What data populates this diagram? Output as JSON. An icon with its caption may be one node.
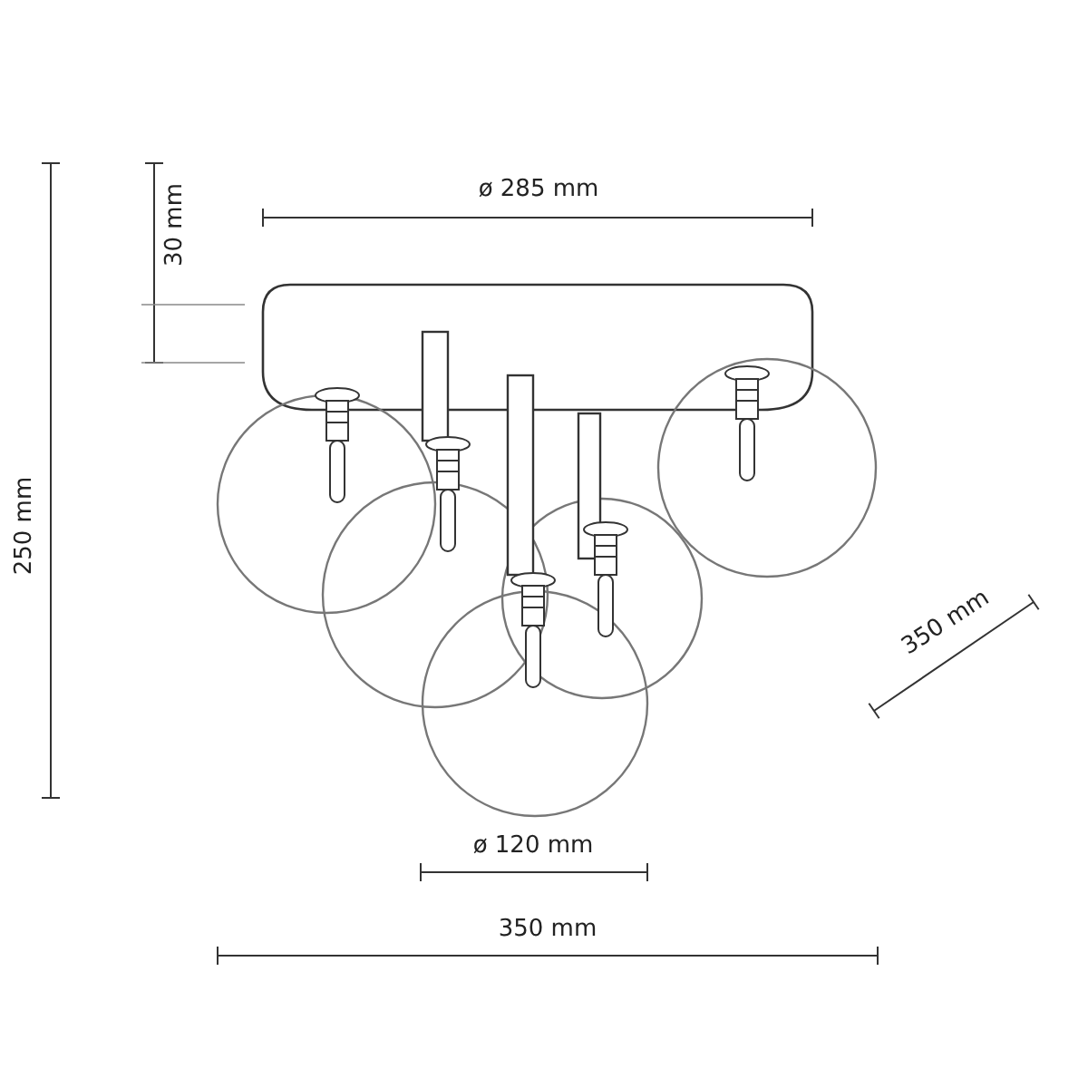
{
  "diagram": {
    "labels": [
      "ø 285 mm",
      "30 mm",
      "250 mm",
      "350 mm",
      "ø 120 mm",
      "350 mm"
    ]
  }
}
